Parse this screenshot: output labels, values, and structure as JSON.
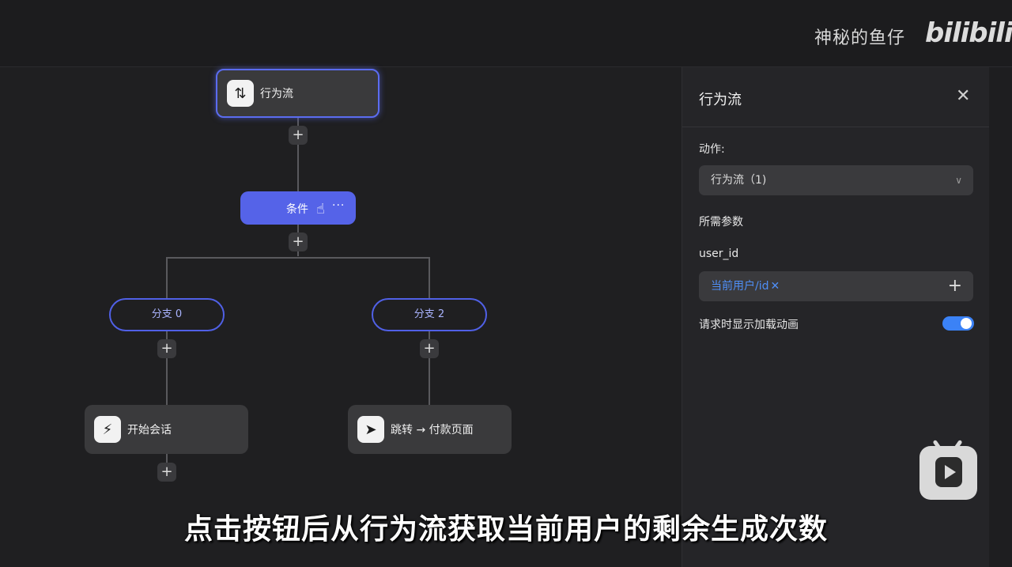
{
  "watermark": {
    "name": "神秘的鱼仔",
    "logo": "bilibili"
  },
  "nodes": {
    "root": {
      "label": "行为流",
      "icon": "swap-vertical-icon"
    },
    "condition": {
      "label": "条件",
      "more": "···"
    },
    "branch0": {
      "label": "分支 0"
    },
    "branch2": {
      "label": "分支 2"
    },
    "start_session": {
      "label": "开始会话",
      "icon": "lightning-icon"
    },
    "jump": {
      "label": "跳转 → 付款页面",
      "icon": "send-icon"
    }
  },
  "panel": {
    "title": "行为流",
    "action_label": "动作:",
    "action_value": "行为流（1)",
    "params_label": "所需参数",
    "param_name": "user_id",
    "param_value": "当前用户/id",
    "param_remove": "✕",
    "param_add": "+",
    "loading_label": "请求时显示加载动画",
    "loading_enabled": true
  },
  "subtitle": "点击按钮后从行为流获取当前用户的剩余生成次数"
}
